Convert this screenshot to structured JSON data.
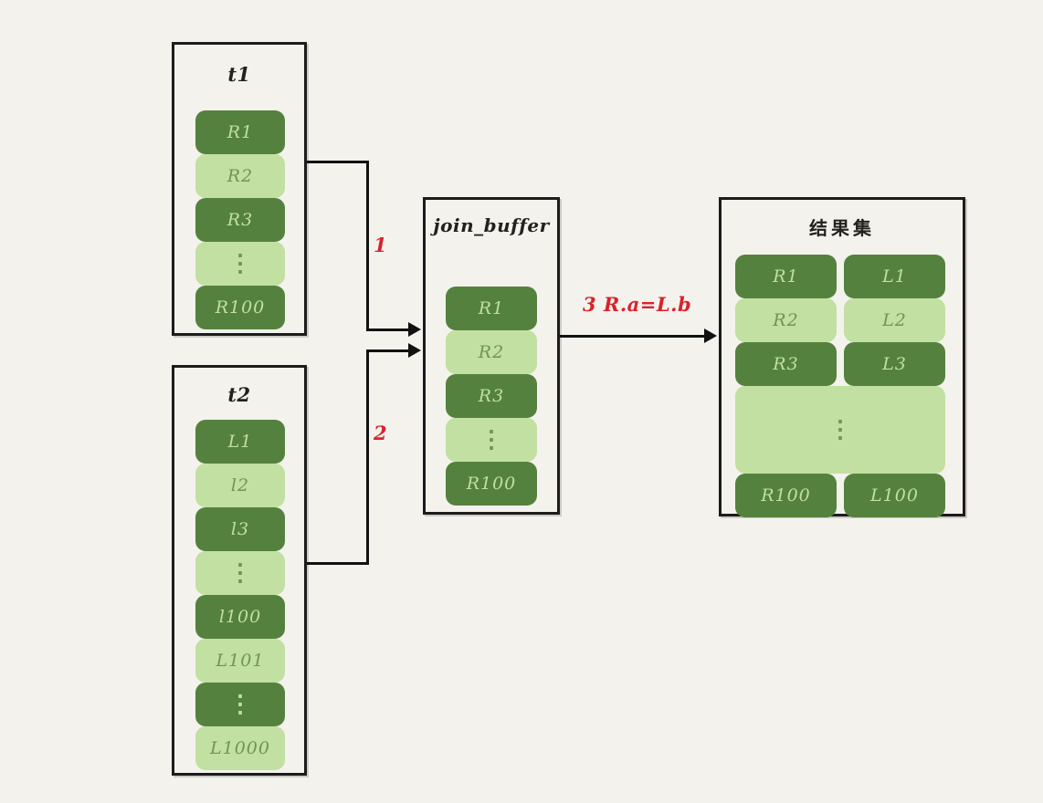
{
  "canvas": {
    "background": "#f4f2ed",
    "dark_green": "#54823e",
    "light_green": "#c1e0a1",
    "annotation_red": "#d9222a",
    "border": "#1c1c1c"
  },
  "tables": {
    "t1": {
      "title": "t1",
      "rows": [
        {
          "label": "R1",
          "shade": "dark",
          "ellipsis": false
        },
        {
          "label": "R2",
          "shade": "light",
          "ellipsis": false
        },
        {
          "label": "R3",
          "shade": "dark",
          "ellipsis": false
        },
        {
          "label": "⋮",
          "shade": "light",
          "ellipsis": true
        },
        {
          "label": "R100",
          "shade": "dark",
          "ellipsis": false
        }
      ]
    },
    "t2": {
      "title": "t2",
      "rows": [
        {
          "label": "L1",
          "shade": "dark",
          "ellipsis": false
        },
        {
          "label": "l2",
          "shade": "light",
          "ellipsis": false
        },
        {
          "label": "l3",
          "shade": "dark",
          "ellipsis": false
        },
        {
          "label": "⋮",
          "shade": "light",
          "ellipsis": true
        },
        {
          "label": "l100",
          "shade": "dark",
          "ellipsis": false
        },
        {
          "label": "L101",
          "shade": "light",
          "ellipsis": false
        },
        {
          "label": "⋮",
          "shade": "dark",
          "ellipsis": true
        },
        {
          "label": "L1000",
          "shade": "light",
          "ellipsis": false
        }
      ]
    },
    "join_buffer": {
      "title": "join_buffer",
      "rows": [
        {
          "label": "R1",
          "shade": "dark",
          "ellipsis": false
        },
        {
          "label": "R2",
          "shade": "light",
          "ellipsis": false
        },
        {
          "label": "R3",
          "shade": "dark",
          "ellipsis": false
        },
        {
          "label": "⋮",
          "shade": "light",
          "ellipsis": true
        },
        {
          "label": "R100",
          "shade": "dark",
          "ellipsis": false
        }
      ]
    },
    "result_set": {
      "title": "结果集",
      "rows": [
        {
          "left": "R1",
          "right": "L1",
          "shade": "dark",
          "ellipsis": false
        },
        {
          "left": "R2",
          "right": "L2",
          "shade": "light",
          "ellipsis": false
        },
        {
          "left": "R3",
          "right": "L3",
          "shade": "dark",
          "ellipsis": false
        },
        {
          "left": "⋮",
          "right": "",
          "shade": "light",
          "ellipsis": true
        },
        {
          "left": "R100",
          "right": "L100",
          "shade": "dark",
          "ellipsis": false
        }
      ]
    }
  },
  "annotations": {
    "step1": "1",
    "step2": "2",
    "step3": "3  R.a=L.b"
  }
}
